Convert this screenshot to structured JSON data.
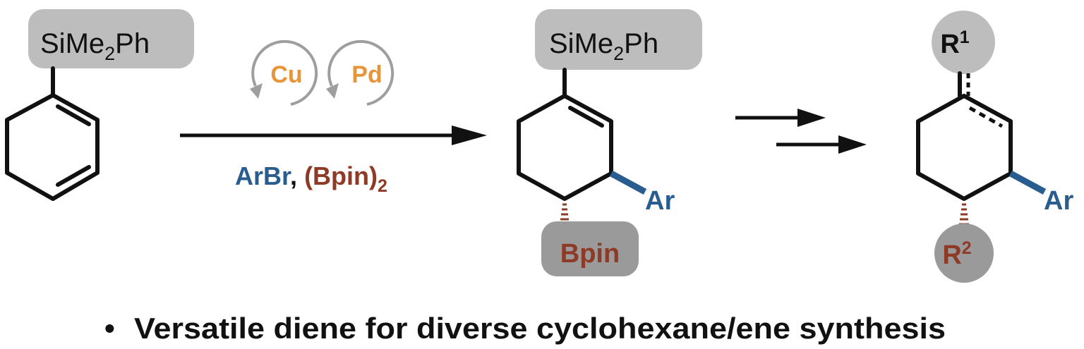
{
  "colors": {
    "ink": "#111111",
    "blue": "#2a5d8f",
    "brown": "#8e3a26",
    "orange": "#e8953a",
    "pill_gray": "#bdbdbd",
    "dark_pill": "#9a9a9a",
    "cycle_gray": "#9e9e9e"
  },
  "start": {
    "silyl_label": "SiMe",
    "silyl_sub": "2",
    "silyl_tail": "Ph"
  },
  "catalysts": {
    "cu": "Cu",
    "pd": "Pd"
  },
  "reagents": {
    "arbr": "ArBr",
    "comma": ",",
    "bpin2": "(Bpin)",
    "bpin2_sub": "2"
  },
  "product": {
    "silyl_label": "SiMe",
    "silyl_sub": "2",
    "silyl_tail": "Ph",
    "aryl": "Ar",
    "boryl": "Bpin"
  },
  "final": {
    "r1": "R",
    "r1_sup": "1",
    "r2": "R",
    "r2_sup": "2",
    "aryl": "Ar"
  },
  "bullet": {
    "symbol": "•",
    "text": "Versatile diene for diverse cyclohexane/ene synthesis"
  }
}
